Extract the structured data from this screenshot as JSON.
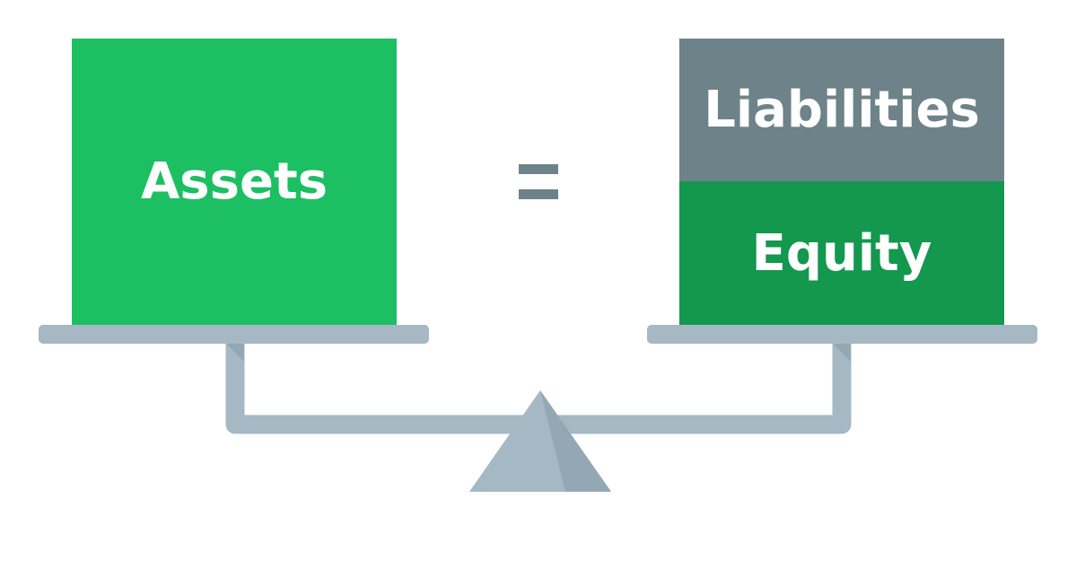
{
  "diagram": {
    "left_side": {
      "label": "Assets",
      "color": "#1cbf62"
    },
    "operator": {
      "symbol": "=",
      "color": "#6e8289"
    },
    "right_side": {
      "top": {
        "label": "Liabilities",
        "color": "#6e8289"
      },
      "bottom": {
        "label": "Equity",
        "color": "#13984e"
      }
    },
    "scale": {
      "beam_color": "#a5b8c3",
      "shadow_color": "#93a8b4"
    }
  }
}
